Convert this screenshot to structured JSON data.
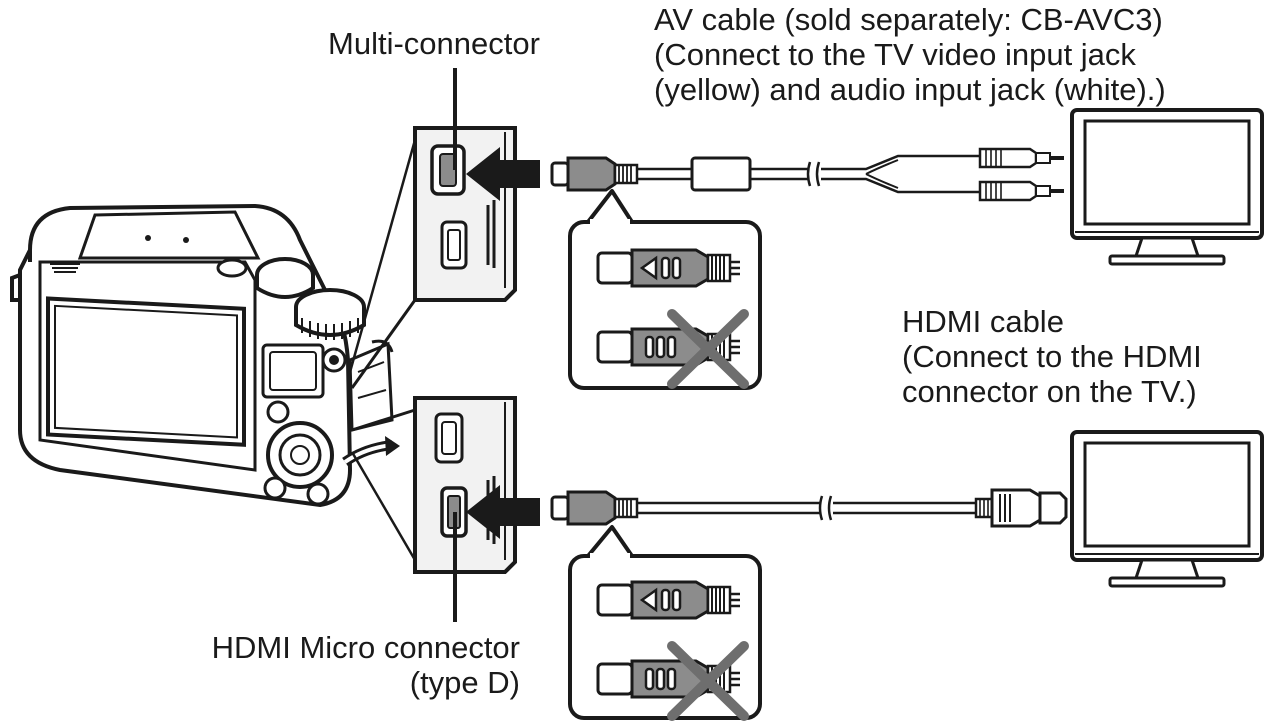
{
  "labels": {
    "multi_connector": "Multi-connector",
    "av_cable": [
      "AV cable (sold separately: CB-AVC3)",
      "(Connect to the TV video input jack",
      "(yellow) and audio input jack (white).)"
    ],
    "hdmi_cable": [
      "HDMI cable",
      "(Connect to the HDMI",
      "connector on the TV.)"
    ],
    "hdmi_micro": [
      "HDMI Micro connector",
      "(type D)"
    ]
  },
  "colors": {
    "ink": "#1a1a1a",
    "connector_gray": "#8c8c8c",
    "cross_gray": "#6e6e6e",
    "panel_fill": "#f2f2f2"
  },
  "icons": {
    "correct_orientation": "plug-triangle-mark-icon",
    "wrong_orientation": "cross-mark-icon"
  }
}
